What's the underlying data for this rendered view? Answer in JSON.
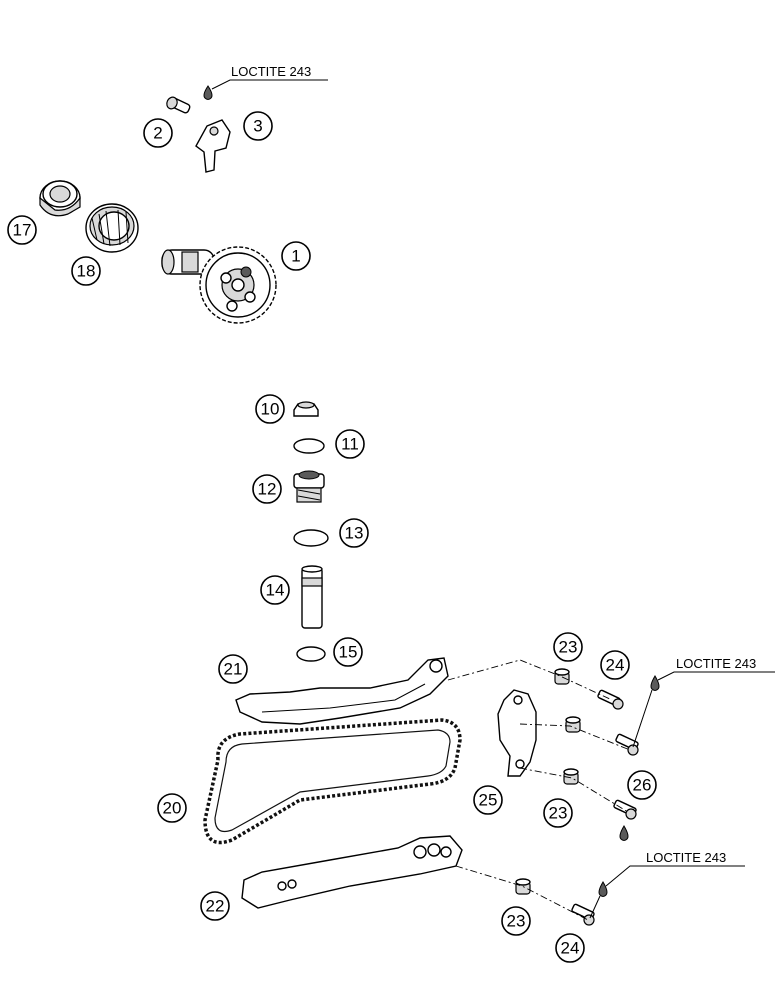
{
  "callouts": {
    "c1": "1",
    "c2": "2",
    "c3": "3",
    "c10": "10",
    "c11": "11",
    "c12": "12",
    "c13": "13",
    "c14": "14",
    "c15": "15",
    "c17": "17",
    "c18": "18",
    "c20": "20",
    "c21": "21",
    "c22": "22",
    "c23a": "23",
    "c23b": "23",
    "c23c": "23",
    "c24a": "24",
    "c24b": "24",
    "c25": "25",
    "c26": "26"
  },
  "loctite": {
    "top": "LOCTITE 243",
    "right": "LOCTITE 243",
    "bottom": "LOCTITE 243"
  }
}
